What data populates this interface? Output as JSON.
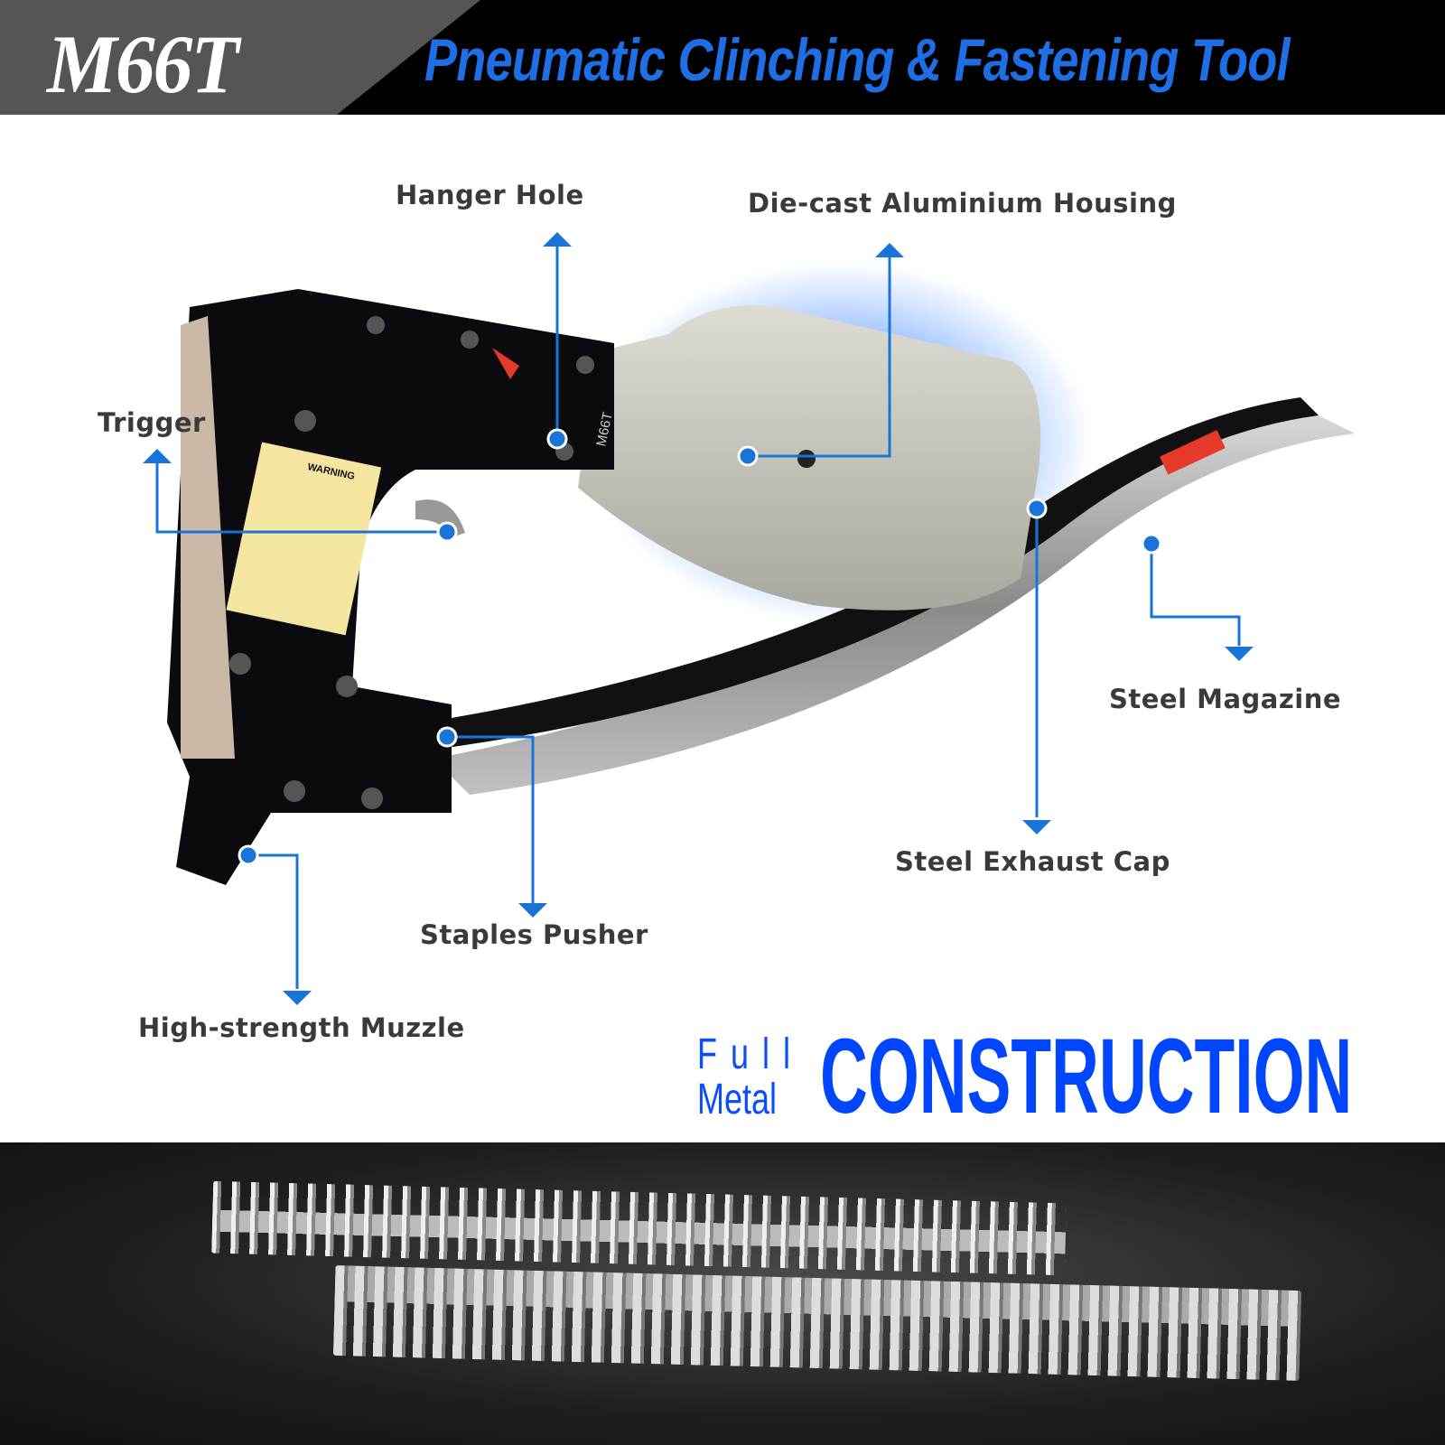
{
  "header": {
    "model": "M66T",
    "title": "Pneumatic Clinching & Fastening Tool"
  },
  "callouts": [
    {
      "label": "Hanger Hole"
    },
    {
      "label": "Die-cast Aluminium Housing"
    },
    {
      "label": "Trigger"
    },
    {
      "label": "Steel Magazine"
    },
    {
      "label": "Steel Exhaust Cap"
    },
    {
      "label": "Staples Pusher"
    },
    {
      "label": "High-strength Muzzle"
    }
  ],
  "tagline": {
    "line1": "Full",
    "line2": "Metal",
    "main": "CONSTRUCTION"
  },
  "colors": {
    "accent": "#1e6fe6",
    "callout": "#1a73d9",
    "construction": "#0046ff",
    "header_bg": "#000000",
    "header_slab": "#555555"
  },
  "product_markings": {
    "warning": "WARNING",
    "model_stamp": "M66T"
  }
}
